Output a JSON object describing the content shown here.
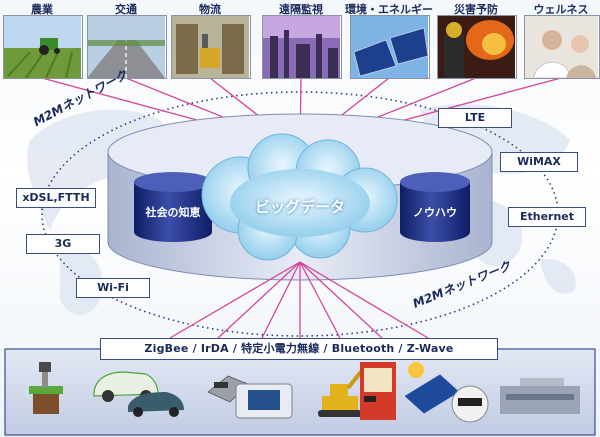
{
  "categories": [
    {
      "label": "農業"
    },
    {
      "label": "交通"
    },
    {
      "label": "物流"
    },
    {
      "label": "遠隔監視"
    },
    {
      "label": "環境・エネルギー"
    },
    {
      "label": "災害予防"
    },
    {
      "label": "ウェルネス"
    }
  ],
  "center": {
    "main": "ビッグデータ",
    "left": "社会の知恵",
    "right": "ノウハウ"
  },
  "network_label_top": "M2Mネットワーク",
  "network_label_bottom": "M2Mネットワーク",
  "networks_left": [
    "xDSL,FTTH",
    "3G",
    "Wi-Fi"
  ],
  "networks_right": [
    "LTE",
    "WiMAX",
    "Ethernet"
  ],
  "protocols": "ZigBee / IrDA / 特定小電力無線 / Bluetooth / Z-Wave",
  "colors": {
    "link_lines": "#d6459a",
    "frame": "#3b4c8c",
    "cloud": "#9fd3ef",
    "drum": "#d5dbec",
    "device_bar": "#cfd6ea"
  },
  "device_icons": [
    "sensor-post-icon",
    "electric-car-icon",
    "card-reader-icon",
    "handheld-terminal-icon",
    "excavator-icon",
    "vending-machine-icon",
    "solar-panel-meter-icon",
    "factory-icon"
  ]
}
